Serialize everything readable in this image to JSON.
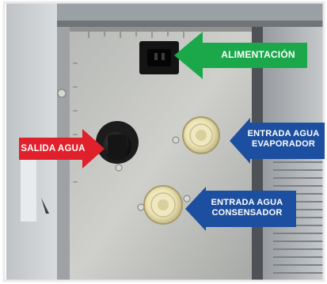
{
  "labels": {
    "alimentacion": "ALIMENTACIÓN",
    "salida_agua": "SALIDA AGUA",
    "entrada_evaporador_line1": "ENTRADA AGUA",
    "entrada_evaporador_line2": "EVAPORADOR",
    "entrada_condensador_line1": "ENTRADA AGUA",
    "entrada_condensador_line2": "CONSENSADOR"
  },
  "colors": {
    "green_arrow": "#1aa84a",
    "red_arrow": "#e0202a",
    "blue_arrow": "#1d4fa0"
  }
}
